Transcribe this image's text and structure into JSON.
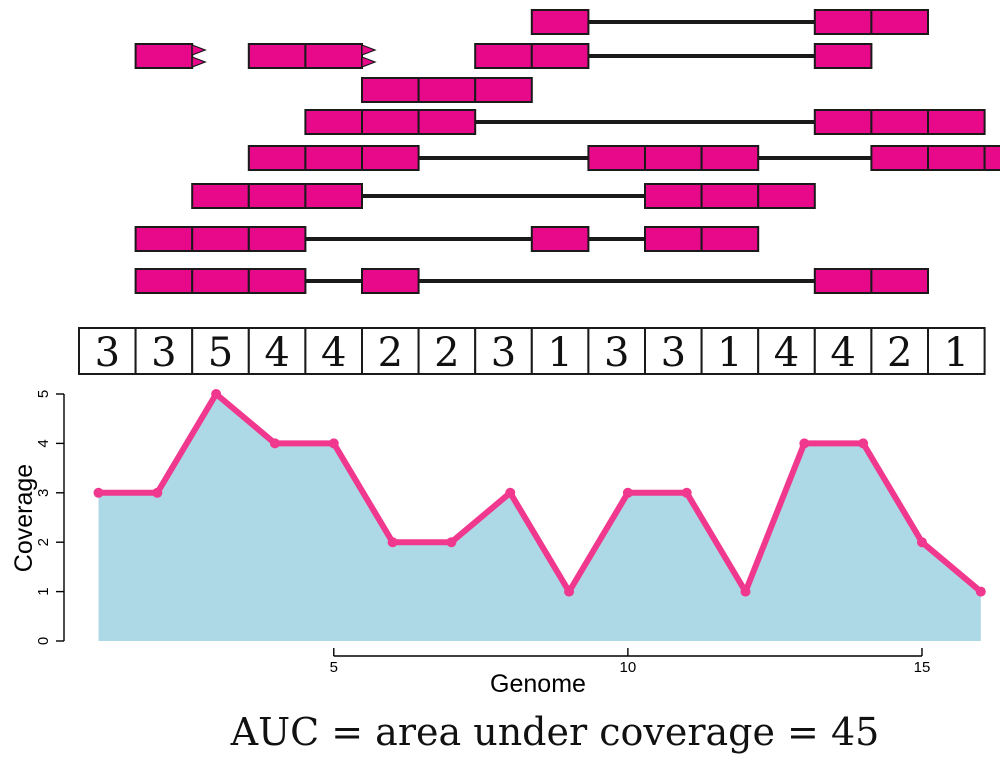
{
  "colors": {
    "read_fill": "#e8088a",
    "outline": "#1a1a1a",
    "area_fill": "#add8e6",
    "line": "#f0388e"
  },
  "reads": [
    {
      "blocks": [
        [
          8,
          9
        ],
        [
          13,
          15
        ]
      ]
    },
    {
      "blocks": [
        [
          1,
          2
        ],
        [
          3,
          5
        ],
        [
          7,
          9
        ],
        [
          13,
          14
        ]
      ],
      "arrows": [
        2,
        5
      ]
    },
    {
      "blocks": [
        [
          5,
          8
        ]
      ]
    },
    {
      "blocks": [
        [
          4,
          7
        ],
        [
          13,
          16
        ]
      ]
    },
    {
      "blocks": [
        [
          3,
          6
        ],
        [
          9,
          12
        ],
        [
          14,
          17
        ]
      ]
    },
    {
      "blocks": [
        [
          2,
          5
        ],
        [
          10,
          13
        ]
      ]
    },
    {
      "blocks": [
        [
          1,
          4
        ],
        [
          8,
          9
        ],
        [
          10,
          12
        ]
      ]
    },
    {
      "blocks": [
        [
          1,
          4
        ],
        [
          5,
          6
        ],
        [
          13,
          15
        ]
      ]
    }
  ],
  "coverage_values": [
    3,
    3,
    5,
    4,
    4,
    2,
    2,
    3,
    1,
    3,
    3,
    1,
    4,
    4,
    2,
    1
  ],
  "chart_data": {
    "type": "area",
    "x": [
      1,
      2,
      3,
      4,
      5,
      6,
      7,
      8,
      9,
      10,
      11,
      12,
      13,
      14,
      15,
      16
    ],
    "series": [
      {
        "values": [
          3,
          3,
          5,
          4,
          4,
          2,
          2,
          3,
          1,
          3,
          3,
          1,
          4,
          4,
          2,
          1
        ]
      }
    ],
    "xlabel": "Genome",
    "ylabel": "Coverage",
    "xlim": [
      1,
      16
    ],
    "ylim": [
      0,
      5
    ],
    "xticks": [
      "5",
      "10",
      "15"
    ],
    "yticks": [
      "0",
      "1",
      "2",
      "3",
      "4",
      "5"
    ],
    "grid": false
  },
  "formula": "AUC = area under coverage = 45"
}
